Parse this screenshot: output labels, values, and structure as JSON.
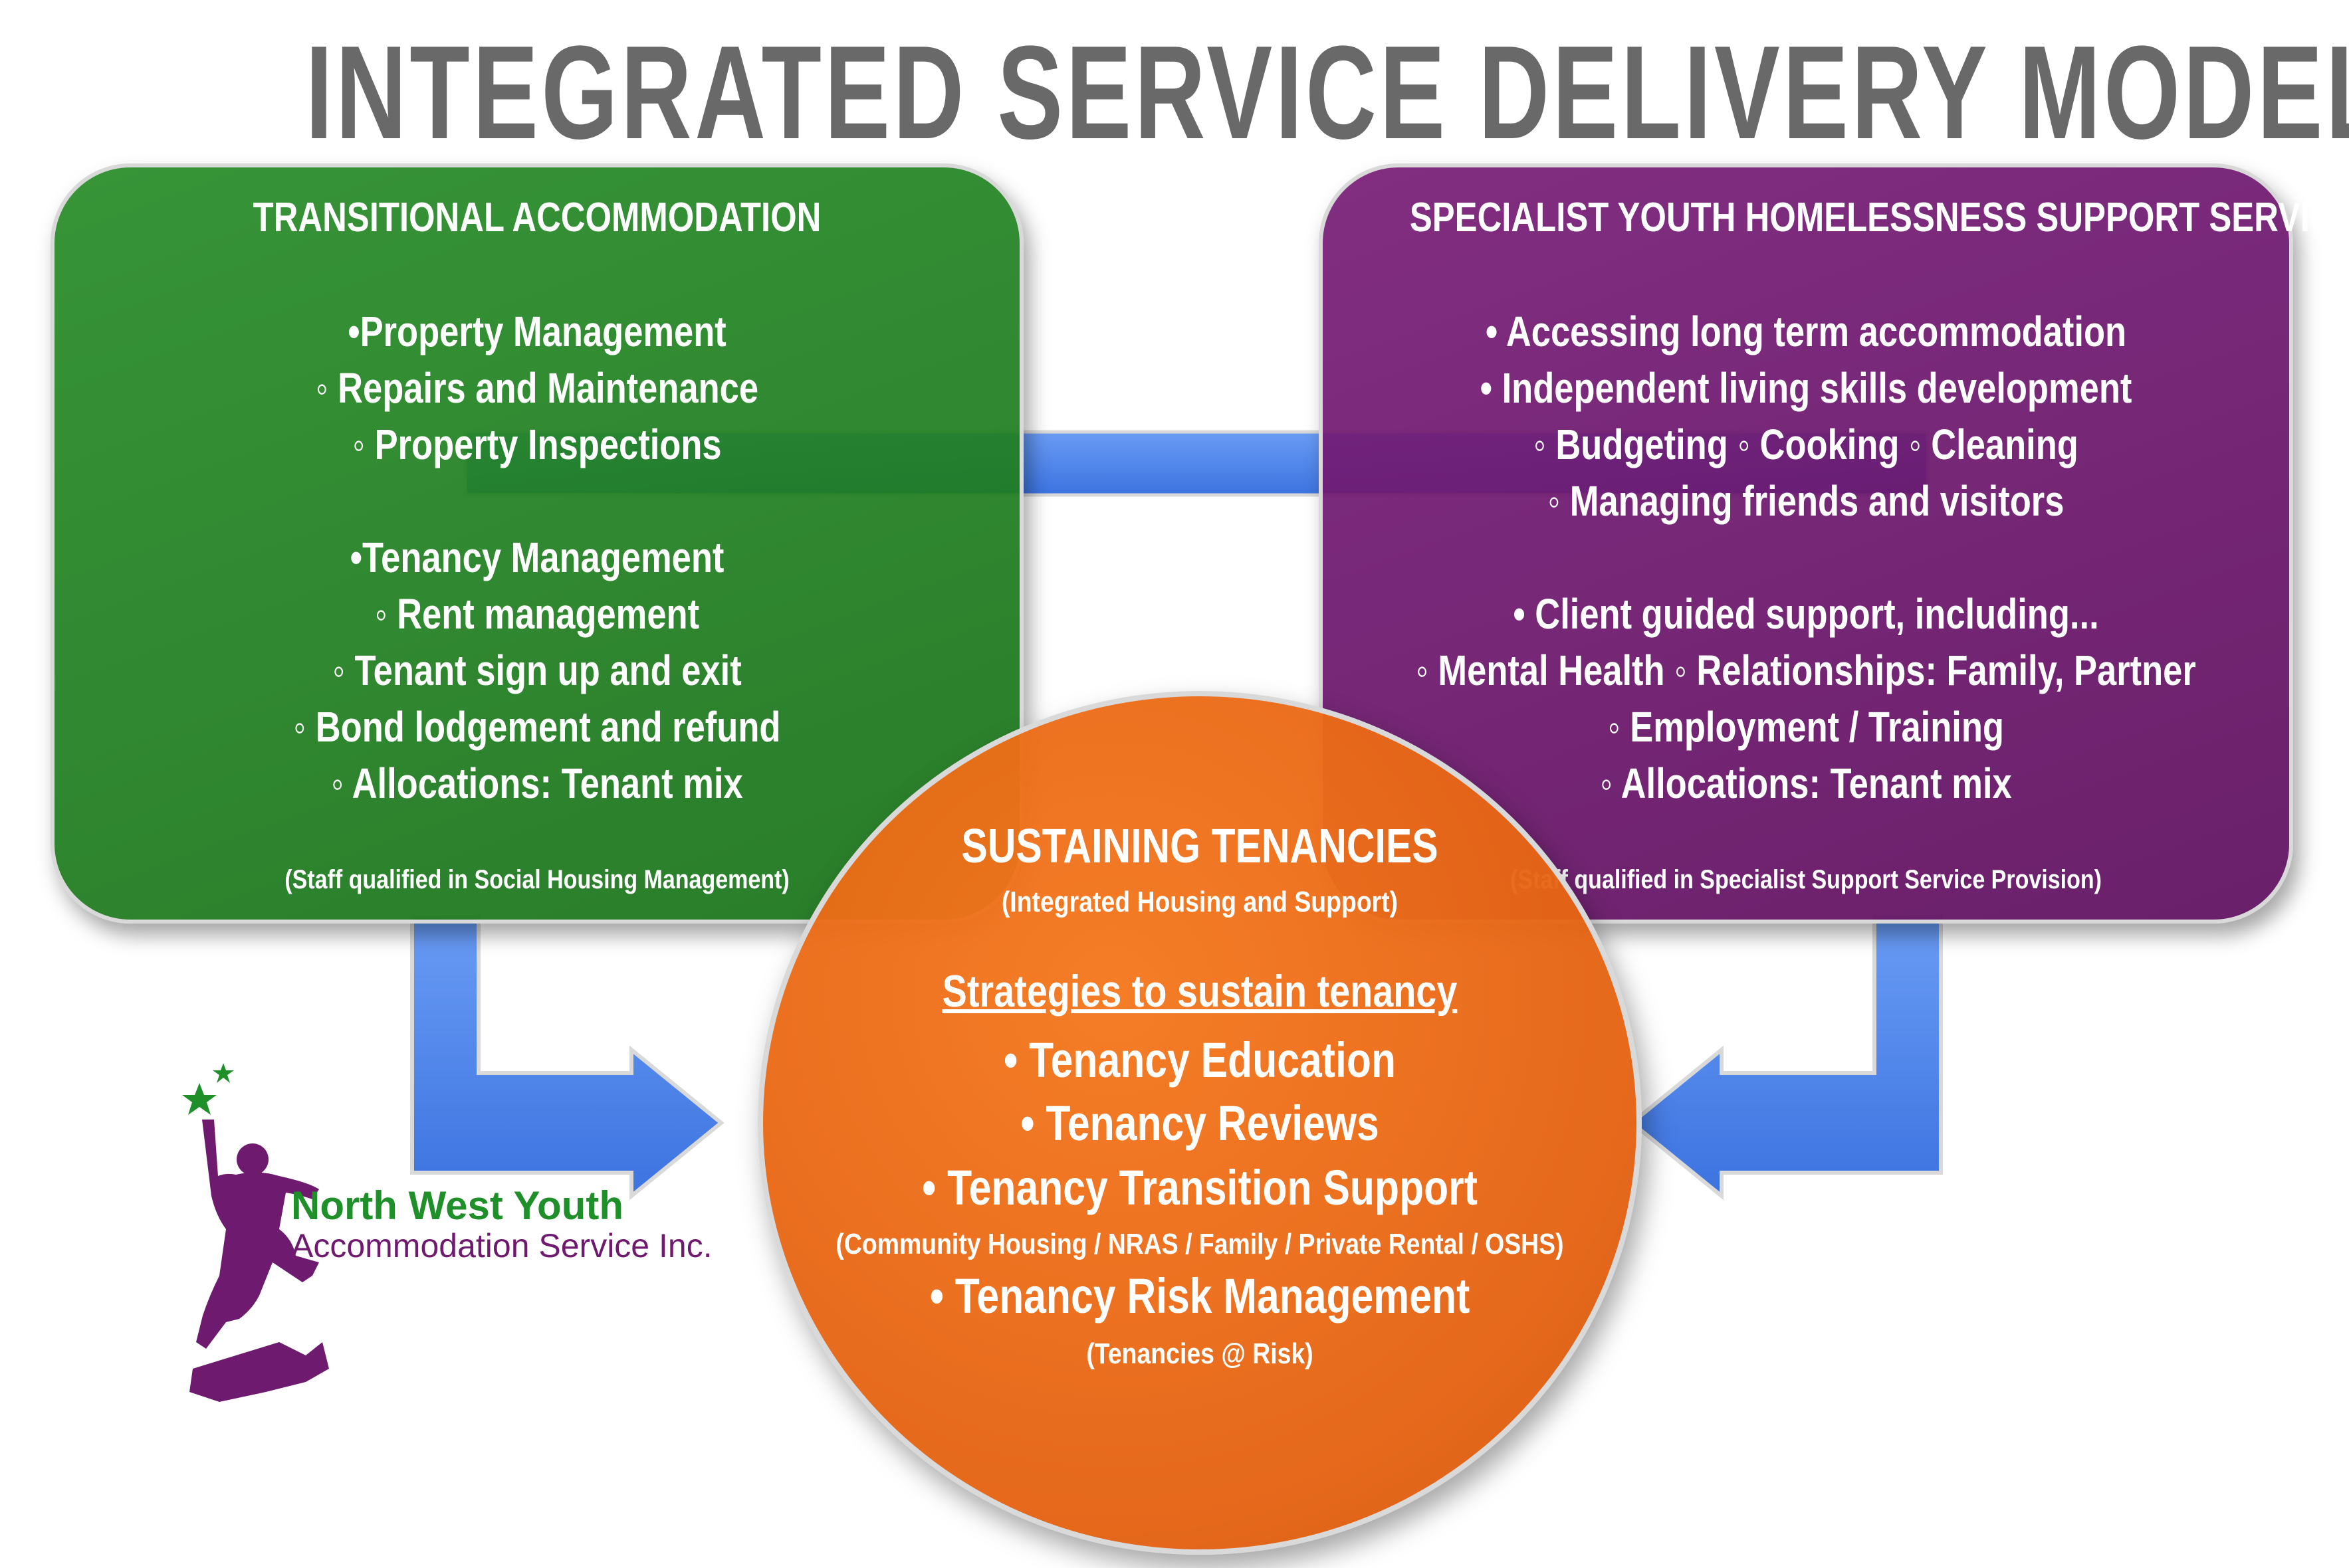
{
  "title": "INTEGRATED SERVICE DELIVERY MODEL",
  "left_box": {
    "heading": "TRANSITIONAL ACCOMMODATION",
    "items": [
      "•Property Management",
      "◦ Repairs and Maintenance",
      "◦ Property Inspections",
      "•Tenancy Management",
      "◦ Rent management",
      "◦ Tenant sign up and exit",
      "◦ Bond lodgement and refund",
      "◦ Allocations: Tenant mix"
    ],
    "staff_note": "(Staff qualified in Social Housing Management)",
    "color": "#1f8a1f"
  },
  "right_box": {
    "heading": "SPECIALIST YOUTH HOMELESSNESS SUPPORT SERVICES",
    "items": [
      "• Accessing long term accommodation",
      "• Independent living skills development",
      "◦ Budgeting ◦ Cooking ◦ Cleaning",
      "◦ Managing friends and visitors",
      "• Client guided support, including...",
      "◦ Mental Health ◦ Relationships: Family, Partner",
      "◦ Employment / Training",
      "◦ Allocations: Tenant mix"
    ],
    "staff_note": "(Staff qualified in Specialist Support Service Provision)",
    "color": "#6e1a6e"
  },
  "center": {
    "title": "SUSTAINING TENANCIES",
    "subtitle": "(Integrated Housing and Support)",
    "strategies_heading": "Strategies to sustain tenancy",
    "items": [
      "• Tenancy Education",
      "• Tenancy Reviews",
      "• Tenancy Transition Support",
      "(Community Housing / NRAS / Family / Private Rental / OSHS)",
      "• Tenancy Risk Management",
      "(Tenancies @ Risk)"
    ],
    "color": "#e8681a"
  },
  "logo": {
    "line1": "North West Youth",
    "line2": "Accommodation Service Inc."
  },
  "colors": {
    "arrow": "#4f86ee",
    "title": "#696969"
  }
}
